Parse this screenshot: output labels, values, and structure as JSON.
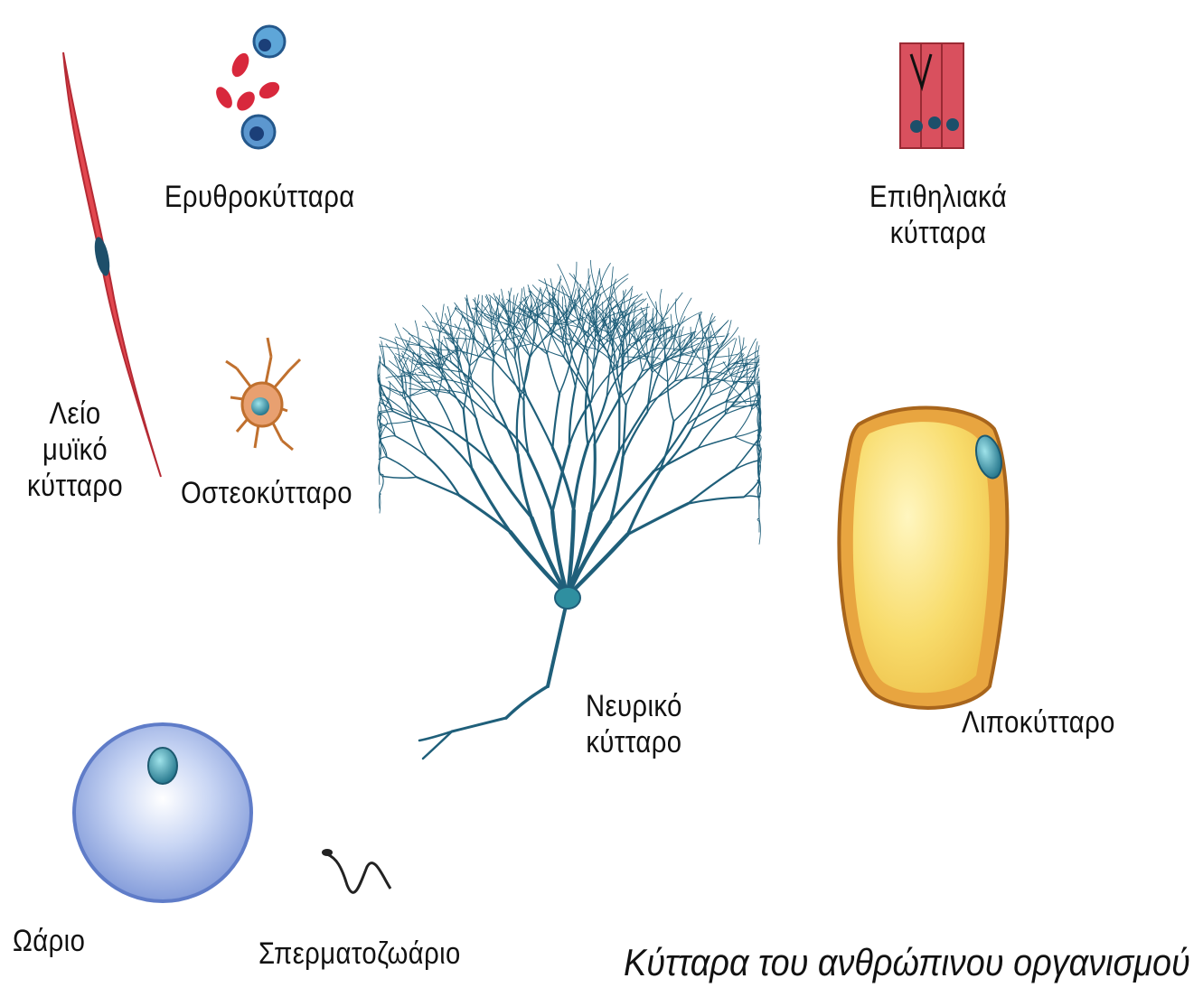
{
  "labels": {
    "erythrocytes": "Ερυθροκύτταρα",
    "epithelial_line1": "Επιθηλιακά",
    "epithelial_line2": "κύτταρα",
    "smooth_muscle_line1": "Λείο",
    "smooth_muscle_line2": "μυϊκό",
    "smooth_muscle_line3": "κύτταρο",
    "osteocyte": "Οστεοκύτταρο",
    "neuron_line1": "Νευρικό",
    "neuron_line2": "κύτταρο",
    "adipocyte": "Λιποκύτταρο",
    "ovum": "Ωάριο",
    "sperm": "Σπερματοζωάριο"
  },
  "caption": "Κύτταρα του ανθρώπινου οργανισμού",
  "colors": {
    "muscle": "#e0404e",
    "erythrocyte": "#d8283c",
    "leukocyte": "#3a78b8",
    "osteocyte": "#c0702e",
    "neuron": "#1f5f7a",
    "epithelial": "#d9505e",
    "adipocyte_fill": "#f6d25a",
    "adipocyte_border": "#c88a2a",
    "ovum": "#8fa8e0",
    "nucleus": "#2f8fa0"
  }
}
